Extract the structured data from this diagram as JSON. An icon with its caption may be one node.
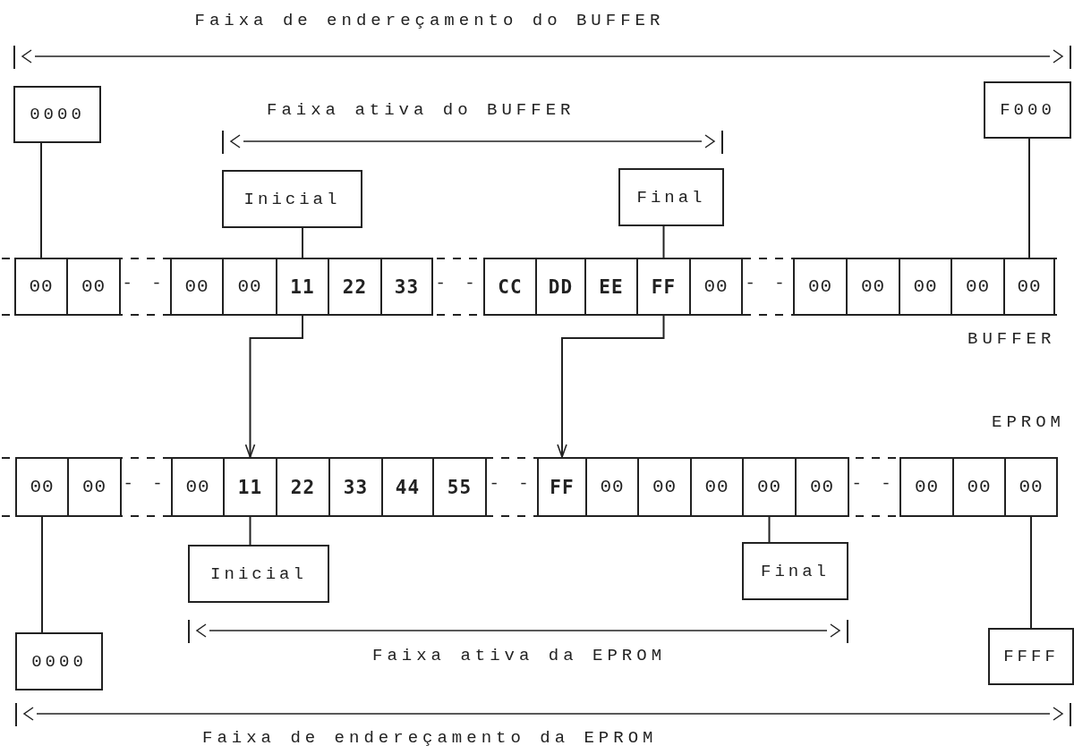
{
  "diagram": {
    "nodes": [
      {
        "text": [
          "0000"
        ]
      },
      {
        "text": [
          "F000"
        ]
      },
      {
        "text": [
          "Inicial"
        ]
      },
      {
        "text": [
          "Final"
        ]
      },
      {
        "text": [
          "00"
        ]
      },
      {
        "text": [
          "00"
        ]
      },
      {
        "text": [
          "00"
        ]
      },
      {
        "text": [
          "00"
        ]
      },
      {
        "text": [
          "11"
        ]
      },
      {
        "text": [
          "22"
        ]
      },
      {
        "text": [
          "33"
        ]
      },
      {
        "text": [
          "CC"
        ]
      },
      {
        "text": [
          "DD"
        ]
      },
      {
        "text": [
          "EE"
        ]
      },
      {
        "text": [
          "FF"
        ]
      },
      {
        "text": [
          "00"
        ]
      },
      {
        "text": [
          "00"
        ]
      },
      {
        "text": [
          "00"
        ]
      },
      {
        "text": [
          "00"
        ]
      },
      {
        "text": [
          "00"
        ]
      },
      {
        "text": [
          "00"
        ]
      },
      {
        "text": [
          "00"
        ]
      },
      {
        "text": [
          "00"
        ]
      },
      {
        "text": [
          "00"
        ]
      },
      {
        "text": [
          "11"
        ]
      },
      {
        "text": [
          "22"
        ]
      },
      {
        "text": [
          "33"
        ]
      },
      {
        "text": [
          "44"
        ]
      },
      {
        "text": [
          "55"
        ]
      },
      {
        "text": [
          "FF"
        ]
      },
      {
        "text": [
          "00"
        ]
      },
      {
        "text": [
          "00"
        ]
      },
      {
        "text": [
          "00"
        ]
      },
      {
        "text": [
          "00"
        ]
      },
      {
        "text": [
          "00"
        ]
      },
      {
        "text": [
          "00"
        ]
      },
      {
        "text": [
          "00"
        ]
      },
      {
        "text": [
          "00"
        ]
      },
      {
        "text": [
          "Inicial"
        ]
      },
      {
        "text": [
          "Final"
        ]
      },
      {
        "text": [
          "0000"
        ]
      },
      {
        "text": [
          "FFFF"
        ]
      }
    ],
    "edges": [
      {
        "from": 0,
        "to": 4,
        "arrow": "none"
      },
      {
        "from": 2,
        "to": 8,
        "arrow": "none"
      },
      {
        "from": 3,
        "to": 14,
        "arrow": "none"
      },
      {
        "from": 1,
        "to": 20,
        "arrow": "none"
      },
      {
        "from": 8,
        "to": 24,
        "arrow": "to"
      },
      {
        "from": 14,
        "to": 29,
        "arrow": "to"
      },
      {
        "from": 24,
        "to": 38,
        "arrow": "none"
      },
      {
        "from": 33,
        "to": 39,
        "arrow": "none"
      },
      {
        "from": 21,
        "to": 40,
        "arrow": "none"
      },
      {
        "from": 37,
        "to": 41,
        "arrow": "none"
      }
    ],
    "labels": [
      "Faixa de endereçamento do BUFFER",
      "Faixa ativa do BUFFER",
      "- -",
      "- -",
      "- -",
      "BUFFER",
      "EPROM",
      "- -",
      "- -",
      "- -",
      "Faixa ativa da EPROM",
      "Faixa de endereçamento da EPROM"
    ]
  }
}
